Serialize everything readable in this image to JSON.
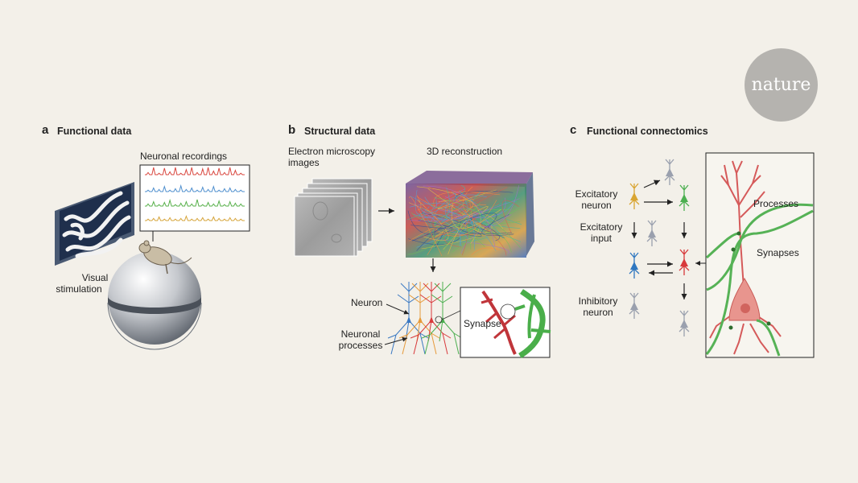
{
  "brand": {
    "logo_text": "nature"
  },
  "panels": [
    {
      "letter": "a",
      "title": "Functional data"
    },
    {
      "letter": "b",
      "title": "Structural data"
    },
    {
      "letter": "c",
      "title": "Functional connectomics"
    }
  ],
  "panel_a": {
    "recordings_label": "Neuronal recordings",
    "stimulus_label_line1": "Visual",
    "stimulus_label_line2": "stimulation",
    "trace_colors": [
      "#d9473f",
      "#4f8fce",
      "#57b04a",
      "#d6a43a"
    ]
  },
  "panel_b": {
    "em_label_line1": "Electron microscopy",
    "em_label_line2": "images",
    "recon_label": "3D reconstruction",
    "neuron_label": "Neuron",
    "processes_label_line1": "Neuronal",
    "processes_label_line2": "processes",
    "synapse_label": "Synapse"
  },
  "panel_c": {
    "excitatory_neuron_line1": "Excitatory",
    "excitatory_neuron_line2": "neuron",
    "excitatory_input_line1": "Excitatory",
    "excitatory_input_line2": "input",
    "inhibitory_neuron_line1": "Inhibitory",
    "inhibitory_neuron_line2": "neuron",
    "processes_label": "Processes",
    "synapses_label": "Synapses",
    "colors": {
      "yellow": "#d9a532",
      "green": "#4caf50",
      "blue": "#2f77c0",
      "red": "#d8393b",
      "grey": "#9aa0ae",
      "soma_pink": "#e6948f"
    }
  }
}
